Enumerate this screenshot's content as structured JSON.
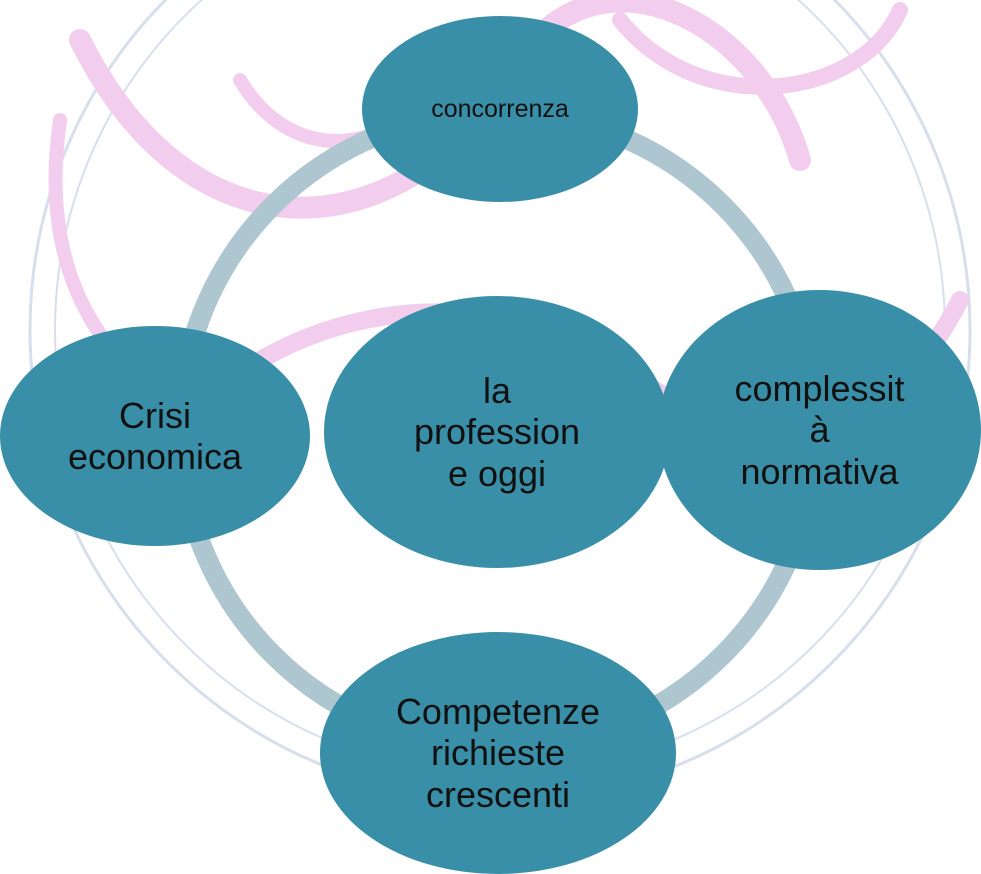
{
  "colors": {
    "node_fill": "#3a8fa8",
    "ring": "#aec6d0",
    "watermark_pink": "#e8a6e0",
    "watermark_blue": "#b7c4dd"
  },
  "diagram": {
    "center": {
      "label": "la\nprofession\ne oggi"
    },
    "nodes": {
      "top": {
        "label": "concorrenza"
      },
      "right": {
        "label": "complessit\nà\nnormativa"
      },
      "bottom": {
        "label": "Competenze\nrichieste\ncrescenti"
      },
      "left": {
        "label": "Crisi\neconomica"
      }
    }
  }
}
